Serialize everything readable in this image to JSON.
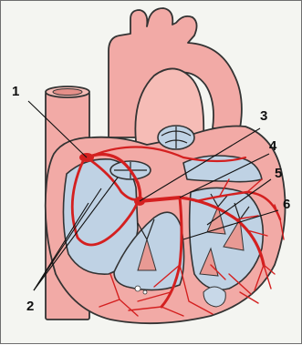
{
  "diagram": {
    "labels": [
      "1",
      "2",
      "3",
      "4",
      "5",
      "6"
    ],
    "colors": {
      "muscle": "#f2aaa6",
      "chamber": "#bfd2e4",
      "conduction": "#d42020",
      "outline": "#333333"
    }
  }
}
